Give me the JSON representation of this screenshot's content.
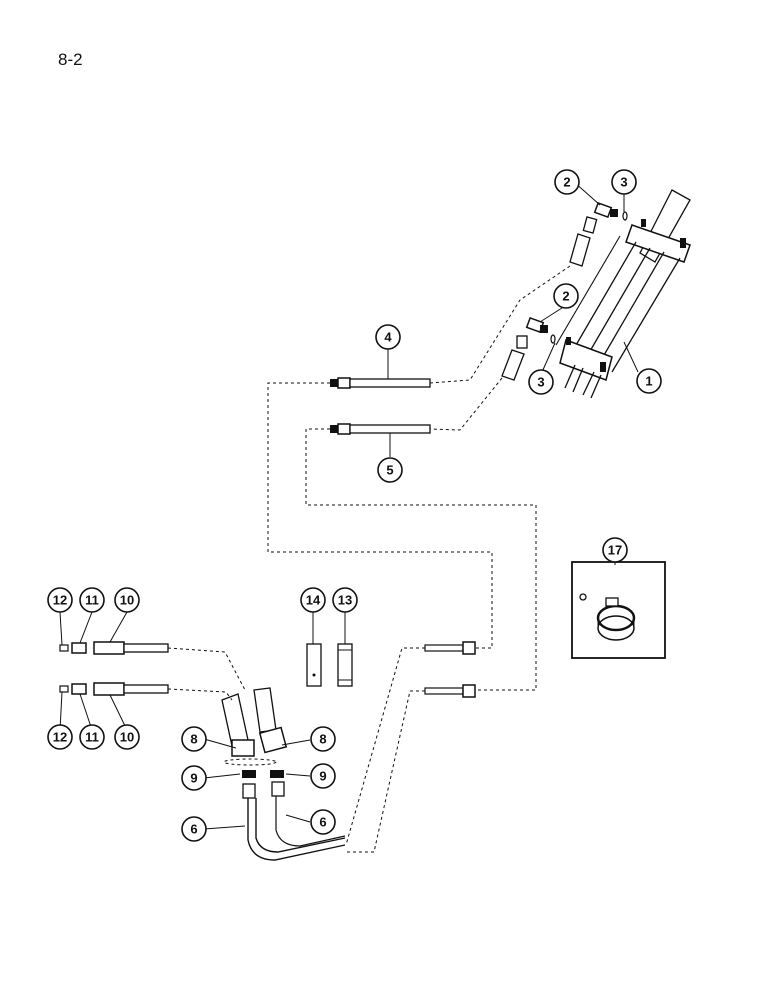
{
  "page": {
    "number": "8-2"
  },
  "callouts": [
    {
      "id": "c1",
      "label": "1"
    },
    {
      "id": "c2a",
      "label": "2"
    },
    {
      "id": "c2b",
      "label": "2"
    },
    {
      "id": "c3a",
      "label": "3"
    },
    {
      "id": "c3b",
      "label": "3"
    },
    {
      "id": "c4",
      "label": "4"
    },
    {
      "id": "c5",
      "label": "5"
    },
    {
      "id": "c6a",
      "label": "6"
    },
    {
      "id": "c6b",
      "label": "6"
    },
    {
      "id": "c8a",
      "label": "8"
    },
    {
      "id": "c8b",
      "label": "8"
    },
    {
      "id": "c9a",
      "label": "9"
    },
    {
      "id": "c9b",
      "label": "9"
    },
    {
      "id": "c10a",
      "label": "10"
    },
    {
      "id": "c10b",
      "label": "10"
    },
    {
      "id": "c11a",
      "label": "11"
    },
    {
      "id": "c11b",
      "label": "11"
    },
    {
      "id": "c12a",
      "label": "12"
    },
    {
      "id": "c12b",
      "label": "12"
    },
    {
      "id": "c13",
      "label": "13"
    },
    {
      "id": "c14",
      "label": "14"
    },
    {
      "id": "c17",
      "label": "17"
    }
  ]
}
